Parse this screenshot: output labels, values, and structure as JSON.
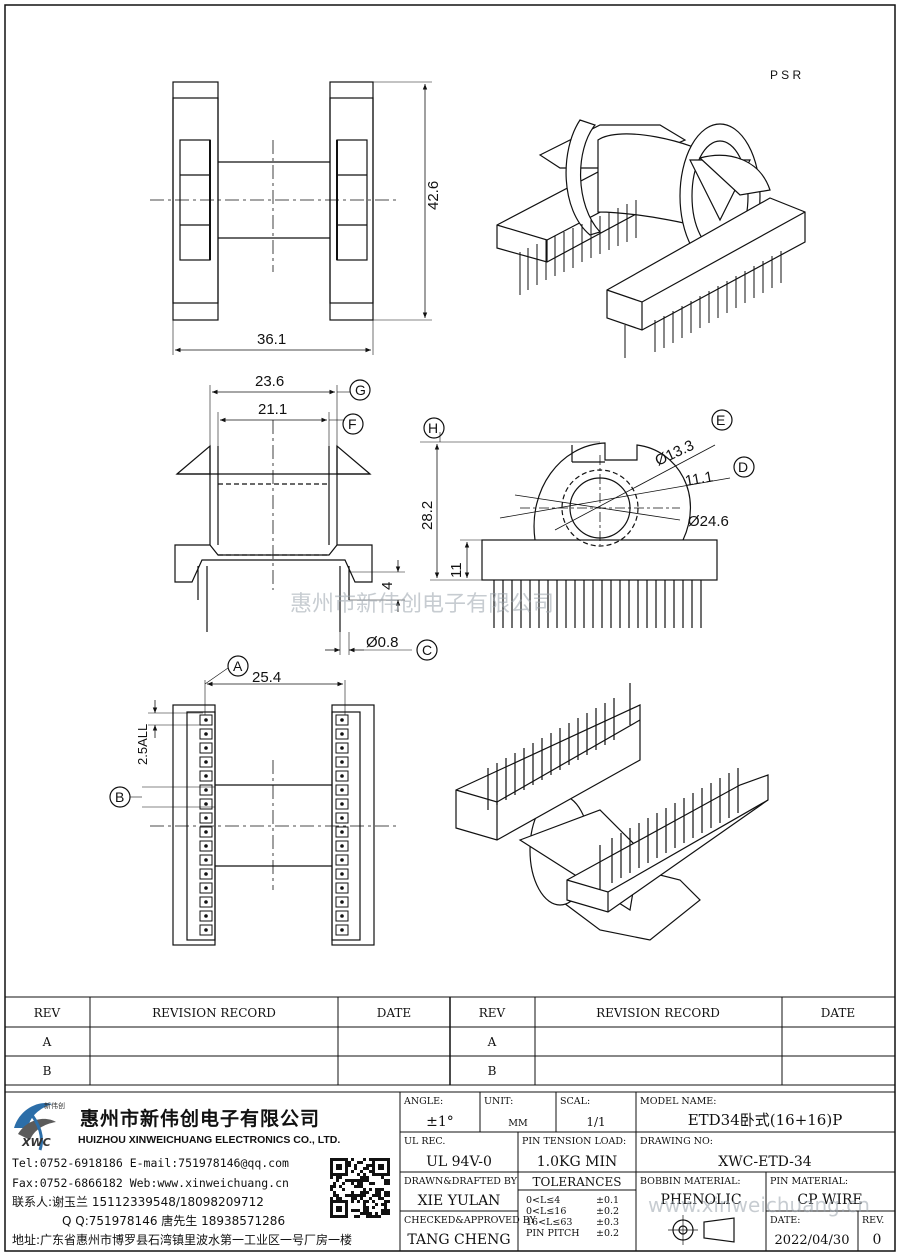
{
  "drawing": {
    "corner_mark": "P S R",
    "top_view": {
      "width": "36.1",
      "height": "42.6"
    },
    "front_view": {
      "outer_width": "23.6",
      "inner_width": "21.1",
      "height_pin": "4",
      "pin_dia": "Ø0.8",
      "label_g": "G",
      "label_f": "F",
      "label_c": "C"
    },
    "side_view": {
      "height": "28.2",
      "base_height": "11",
      "dia_e": "Ø13.3",
      "dia_d": "11.1",
      "dia_outer": "Ø24.6",
      "label_h": "H",
      "label_e": "E",
      "label_d": "D"
    },
    "bottom_view": {
      "row_spacing": "25.4",
      "pitch": "2.5ALL",
      "label_a": "A",
      "label_b": "B"
    },
    "watermark": "惠州市新伟创电子有限公司",
    "watermark_url": "www.xinweichuang.cn"
  },
  "revision_table": {
    "headers": [
      "REV",
      "REVISION RECORD",
      "DATE",
      "REV",
      "REVISION RECORD",
      "DATE"
    ],
    "rows": [
      [
        "A",
        "",
        "",
        "A",
        "",
        ""
      ],
      [
        "B",
        "",
        "",
        "B",
        "",
        ""
      ]
    ]
  },
  "company": {
    "name_cn": "惠州市新伟创电子有限公司",
    "name_en": "HUIZHOU XINWEICHUANG ELECTRONICS CO., LTD.",
    "logo_text": "XWC",
    "logo_cn": "新伟创",
    "tel": "Tel:0752-6918186 E-mail:751978146@qq.com",
    "fax": "Fax:0752-6866182 Web:www.xinweichuang.cn",
    "contact": "联系人:谢玉兰 15112339548/18098209712",
    "qq": "Q Q:751978146   唐先生 18938571286",
    "address": "地址:广东省惠州市博罗县石湾镇里波水第一工业区一号厂房一楼"
  },
  "title_block": {
    "angle_label": "ANGLE:",
    "angle_value": "±1°",
    "unit_label": "UNIT:",
    "unit_value": "MM",
    "scal_label": "SCAL:",
    "scal_value": "1/1",
    "model_label": "MODEL NAME:",
    "model_value": "ETD34卧式(16+16)P",
    "ul_label": "UL REC.",
    "ul_value": "UL 94V-0",
    "pin_tension_label": "PIN TENSION LOAD:",
    "pin_tension_value": "1.0KG MIN",
    "drawing_no_label": "DRAWING NO:",
    "drawing_no_value": "XWC-ETD-34",
    "drawn_label": "DRAWN&DRAFTED BY",
    "drawn_value": "XIE YULAN",
    "tolerances_label": "TOLERANCES",
    "tolerances": [
      [
        "0<L≤4",
        "±0.1"
      ],
      [
        "0<L≤16",
        "±0.2"
      ],
      [
        "16<L≤63",
        "±0.3"
      ],
      [
        "PIN PITCH",
        "±0.2"
      ]
    ],
    "bobbin_label": "BOBBIN MATERIAL:",
    "bobbin_value": "PHENOLIC",
    "pin_mat_label": "PIN MATERIAL:",
    "pin_mat_value": "CP WIRE",
    "checked_label": "CHECKED&APPROVED BY",
    "checked_value": "TANG CHENG",
    "date_label": "DATE:",
    "date_value": "2022/04/30",
    "rev_label": "REV.",
    "rev_value": "0"
  }
}
